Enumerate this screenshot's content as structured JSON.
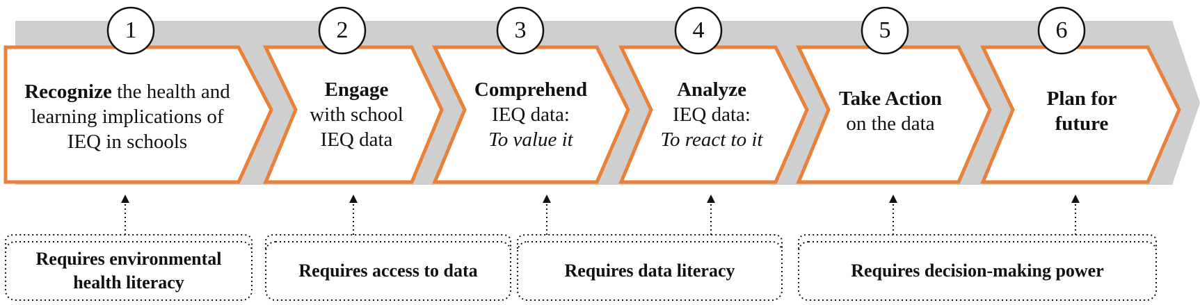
{
  "steps": [
    {
      "number": "1",
      "bold": "Recognize",
      "text_after_bold": " the health and learning implications of IEQ in schools",
      "line2": "",
      "italic": ""
    },
    {
      "number": "2",
      "bold": "Engage",
      "text_after_bold": "",
      "line2": "with school IEQ data",
      "italic": ""
    },
    {
      "number": "3",
      "bold": "Comprehend",
      "text_after_bold": "",
      "line2": "IEQ data:",
      "italic": "To value it"
    },
    {
      "number": "4",
      "bold": "Analyze",
      "text_after_bold": "",
      "line2": "IEQ data:",
      "italic": "To react to it"
    },
    {
      "number": "5",
      "bold": "Take Action",
      "text_after_bold": "",
      "line2": "on the data",
      "italic": ""
    },
    {
      "number": "6",
      "bold": "Plan for future",
      "text_after_bold": "",
      "line2": "",
      "italic": ""
    }
  ],
  "requirements": [
    {
      "text": "Requires environmental health  literacy"
    },
    {
      "text": "Requires access to data"
    },
    {
      "text": "Requires data literacy"
    },
    {
      "text": "Requires decision-making power"
    }
  ],
  "colors": {
    "arrow_border": "#e8823a",
    "band": "#cfcfcf",
    "text": "#111111"
  }
}
